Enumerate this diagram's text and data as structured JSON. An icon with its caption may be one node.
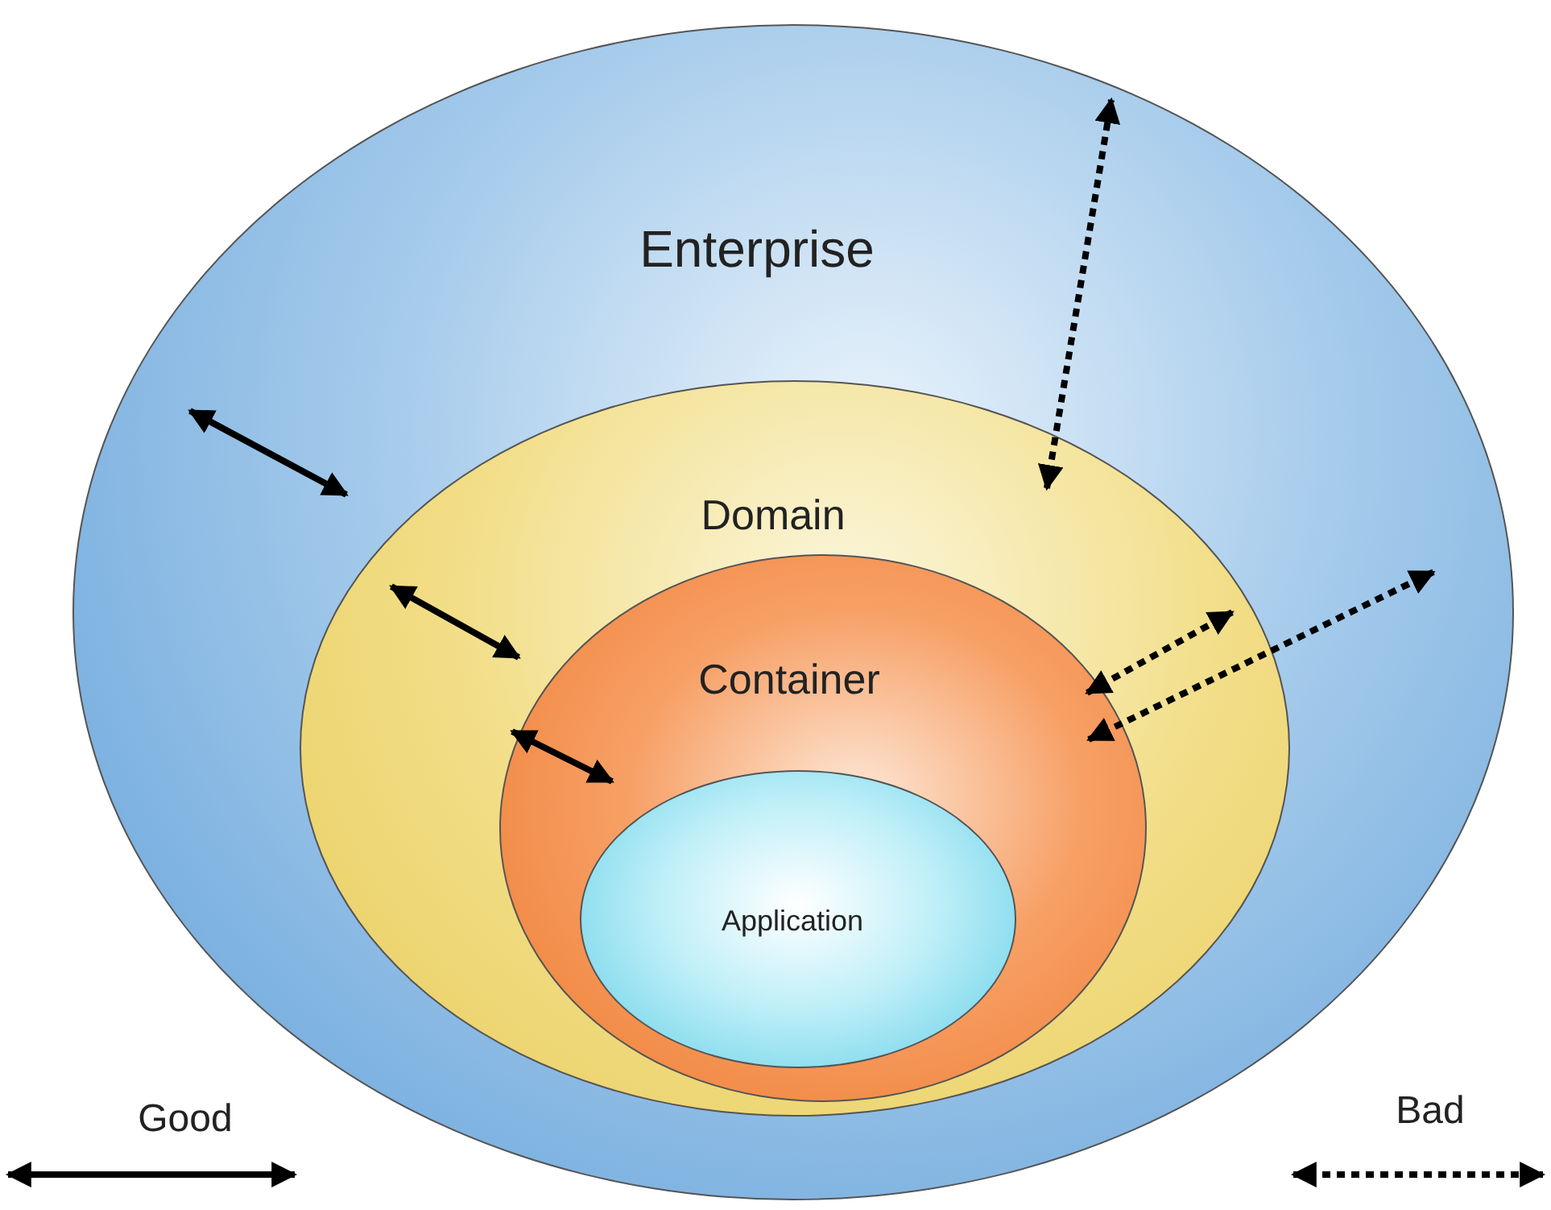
{
  "diagram": {
    "nodes": [
      {
        "text": [
          "Enterprise"
        ]
      },
      {
        "text": [
          "Domain"
        ],
        "in": 0
      },
      {
        "text": [
          "Container"
        ],
        "in": 1
      },
      {
        "text": [
          "Application"
        ],
        "in": 2
      }
    ],
    "edges": [
      {
        "from": 1,
        "to": 0,
        "arrow": "both"
      },
      {
        "from": 2,
        "to": 1,
        "arrow": "both"
      },
      {
        "from": 3,
        "to": 2,
        "arrow": "both"
      },
      {
        "from": 1,
        "to": 0,
        "arrow": "both",
        "style": "dashed"
      },
      {
        "from": 2,
        "to": 1,
        "arrow": "both",
        "style": "dashed"
      },
      {
        "from": 2,
        "to": 0,
        "arrow": "both",
        "style": "dashed"
      }
    ],
    "legend": [
      {
        "text": "Good"
      },
      {
        "text": "Bad"
      }
    ]
  }
}
